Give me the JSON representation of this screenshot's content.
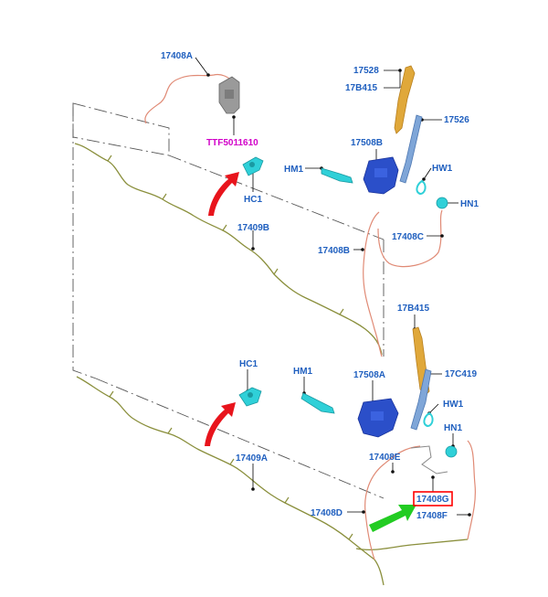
{
  "diagram": {
    "part_labels": {
      "tube_top": "17408A",
      "bracket_code": "TTF5011610",
      "hose_clip_top": "HC1",
      "harness_top": "17409B",
      "blade_top_a": "17528",
      "blade_top_b": "17B415",
      "arm_top": "17526",
      "motor_top": "17508B",
      "hm_top": "HM1",
      "hw_top": "HW1",
      "hn_top": "HN1",
      "tube_c": "17408C",
      "tube_b": "17408B",
      "blade_bottom": "17B415",
      "arm_bottom": "17C419",
      "hose_clip_bottom": "HC1",
      "hm_bottom": "HM1",
      "motor_bottom": "17508A",
      "hw_bottom": "HW1",
      "hn_bottom": "HN1",
      "tube_e": "17408E",
      "harness_bottom": "17409A",
      "tube_g": "17408G",
      "tube_d": "17408D",
      "tube_f": "17408F"
    },
    "highlighted_part": "17408G",
    "colors": {
      "label_blue": "#1f5fbf",
      "label_magenta": "#d100c8",
      "highlight_red": "#ff0000",
      "arrow_red": "#e8141c",
      "arrow_green": "#22cc22",
      "harness_olive": "#8a8f3c",
      "tube_salmon": "#e08a75",
      "motor_blue": "#2b4fc9",
      "clip_cyan": "#2fd0d8",
      "blade_gold": "#e0a83a",
      "arm_lightblue": "#7fa6d8"
    },
    "icons": [
      "red-arrow-icon",
      "green-arrow-icon"
    ]
  }
}
